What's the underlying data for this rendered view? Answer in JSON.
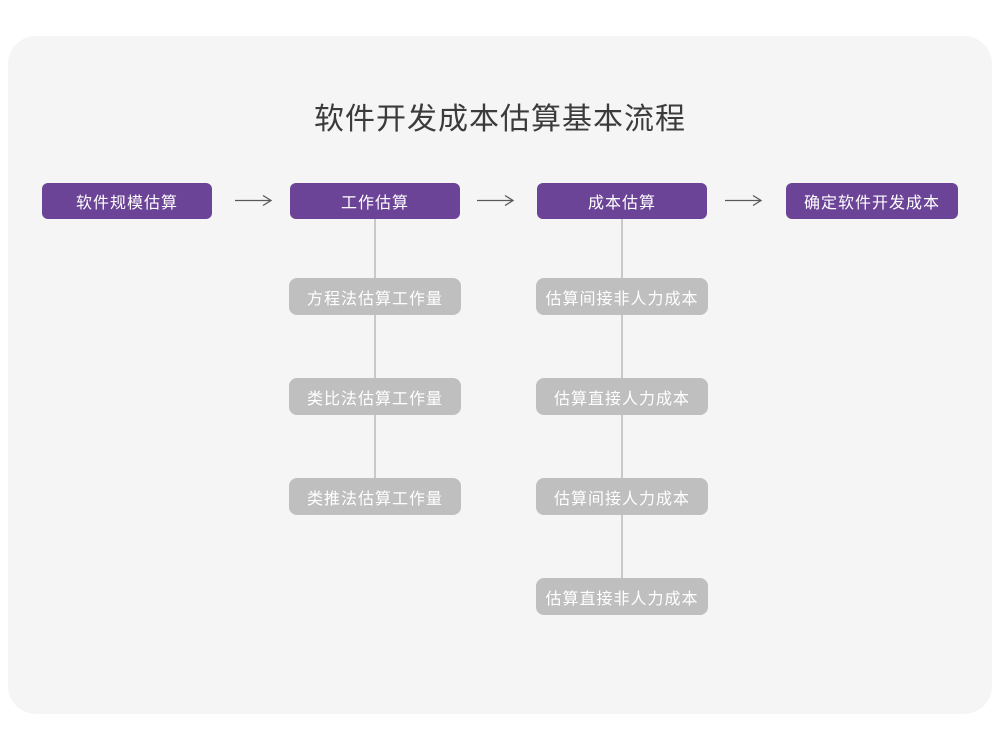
{
  "title": "软件开发成本估算基本流程",
  "colors": {
    "page_background": "#ffffff",
    "card_background": "#f5f5f6",
    "primary_node": "#6b4397",
    "secondary_node": "#bfbfbf",
    "connector_line": "#c9c9c9",
    "arrow": "#595959",
    "title_text": "#3b3b3b",
    "node_text": "#ffffff"
  },
  "flow": {
    "main_steps": [
      {
        "label": "软件规模估算"
      },
      {
        "label": "工作估算"
      },
      {
        "label": "成本估算"
      },
      {
        "label": "确定软件开发成本"
      }
    ],
    "work_substeps": [
      "方程法估算工作量",
      "类比法估算工作量",
      "类推法估算工作量"
    ],
    "cost_substeps": [
      "估算间接非人力成本",
      "估算直接人力成本",
      "估算间接人力成本",
      "估算直接非人力成本"
    ]
  }
}
